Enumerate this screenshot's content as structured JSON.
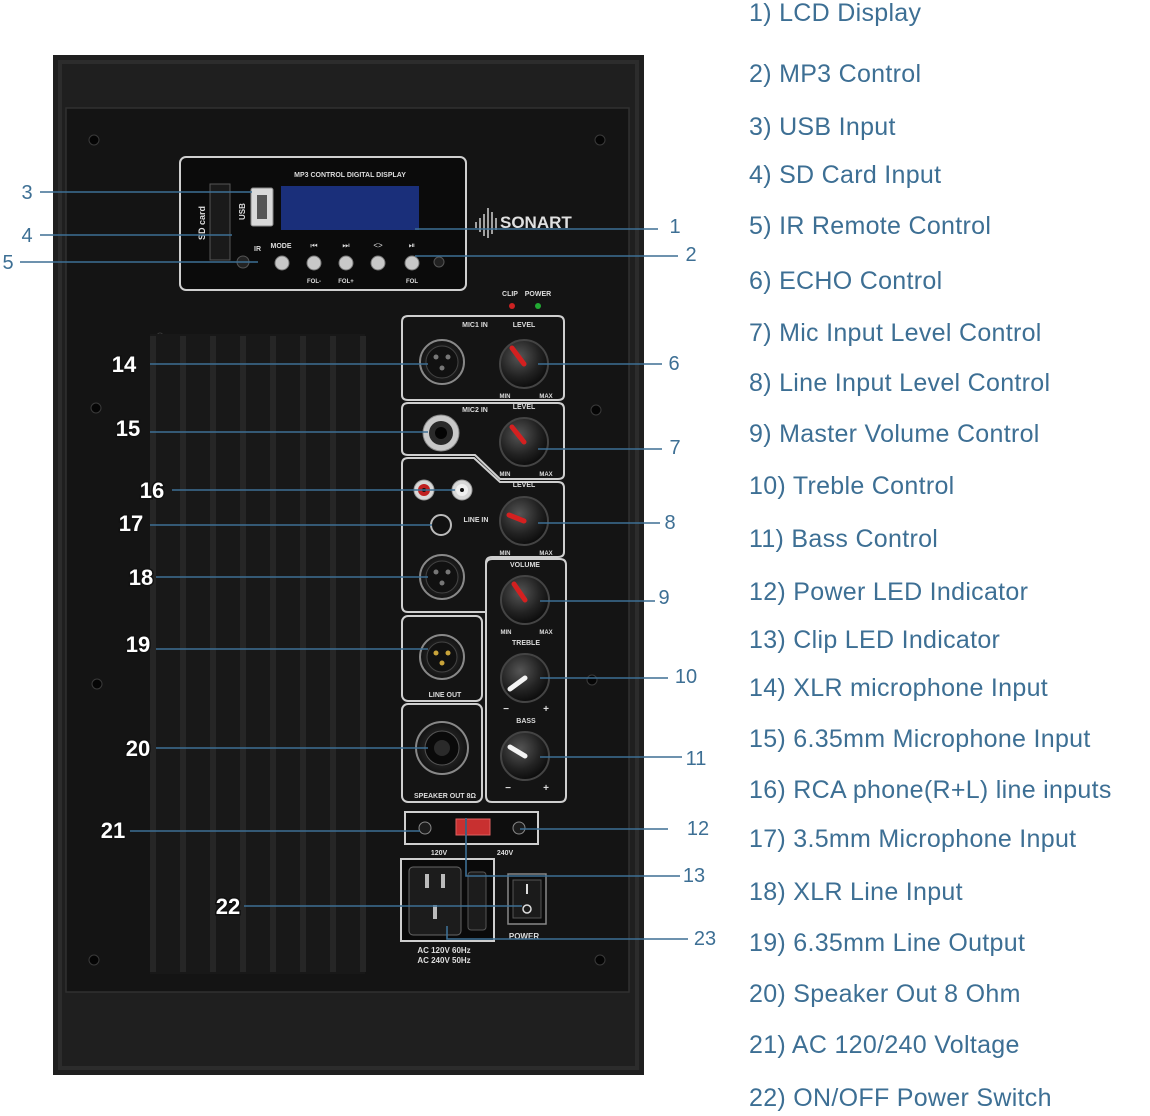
{
  "colors": {
    "accent": "#3d6f94",
    "panel": "#141414",
    "cabinet": "#1f1f1f",
    "knob_pointer": "#d42020",
    "clip_led": "#cc2222",
    "power_led": "#22aa33",
    "voltage_switch": "#c83030"
  },
  "panel": {
    "brand": "SONART",
    "mp3_title": "MP3 CONTROL DIGITAL DISPLAY",
    "sd_label": "SD card",
    "usb_label": "USB",
    "ir_label": "IR",
    "mode_label": "MODE",
    "prev_label": "⏮",
    "next_label": "⏭",
    "repeat_label": "<>",
    "play_label": "⏯",
    "vol_minus_label": "FOL-",
    "vol_plus_label": "FOL+",
    "fol_label": "FOL",
    "clip_label": "CLIP",
    "power_led_label": "POWER",
    "mic1_label": "MIC1 IN",
    "mic2_label": "MIC2 IN",
    "level_label": "LEVEL",
    "min_label": "MIN",
    "max_label": "MAX",
    "line_in_label": "LINE IN",
    "line_out_label": "LINE OUT",
    "volume_label": "VOLUME",
    "treble_label": "TREBLE",
    "bass_label": "BASS",
    "minus_label": "−",
    "plus_label": "+",
    "speaker_out_label": "SPEAKER OUT 8Ω",
    "v120_label": "120V",
    "v240_label": "240V",
    "power_switch_label": "POWER",
    "ac_label_1": "AC 120V 60Hz",
    "ac_label_2": "AC 240V 50Hz"
  },
  "callouts": [
    "1",
    "2",
    "3",
    "4",
    "5",
    "6",
    "7",
    "8",
    "9",
    "10",
    "11",
    "12",
    "13",
    "14",
    "15",
    "16",
    "17",
    "18",
    "19",
    "20",
    "21",
    "22",
    "23"
  ],
  "legend": [
    "1) LCD Display",
    "2) MP3 Control",
    "3) USB Input",
    "4) SD Card Input",
    "5) IR Remote Control",
    "6) ECHO Control",
    "7) Mic Input Level Control",
    "8) Line Input Level Control",
    "9) Master Volume Control",
    "10) Treble Control",
    "11) Bass Control",
    "12) Power LED Indicator",
    "13) Clip LED Indicator",
    "14) XLR microphone Input",
    "15) 6.35mm Microphone Input",
    "16) RCA phone(R+L) line inputs",
    "17) 3.5mm Microphone Input",
    "18) XLR Line Input",
    "19) 6.35mm Line Output",
    "20) Speaker Out 8 Ohm",
    "21) AC 120/240 Voltage",
    "22) ON/OFF Power Switch"
  ]
}
